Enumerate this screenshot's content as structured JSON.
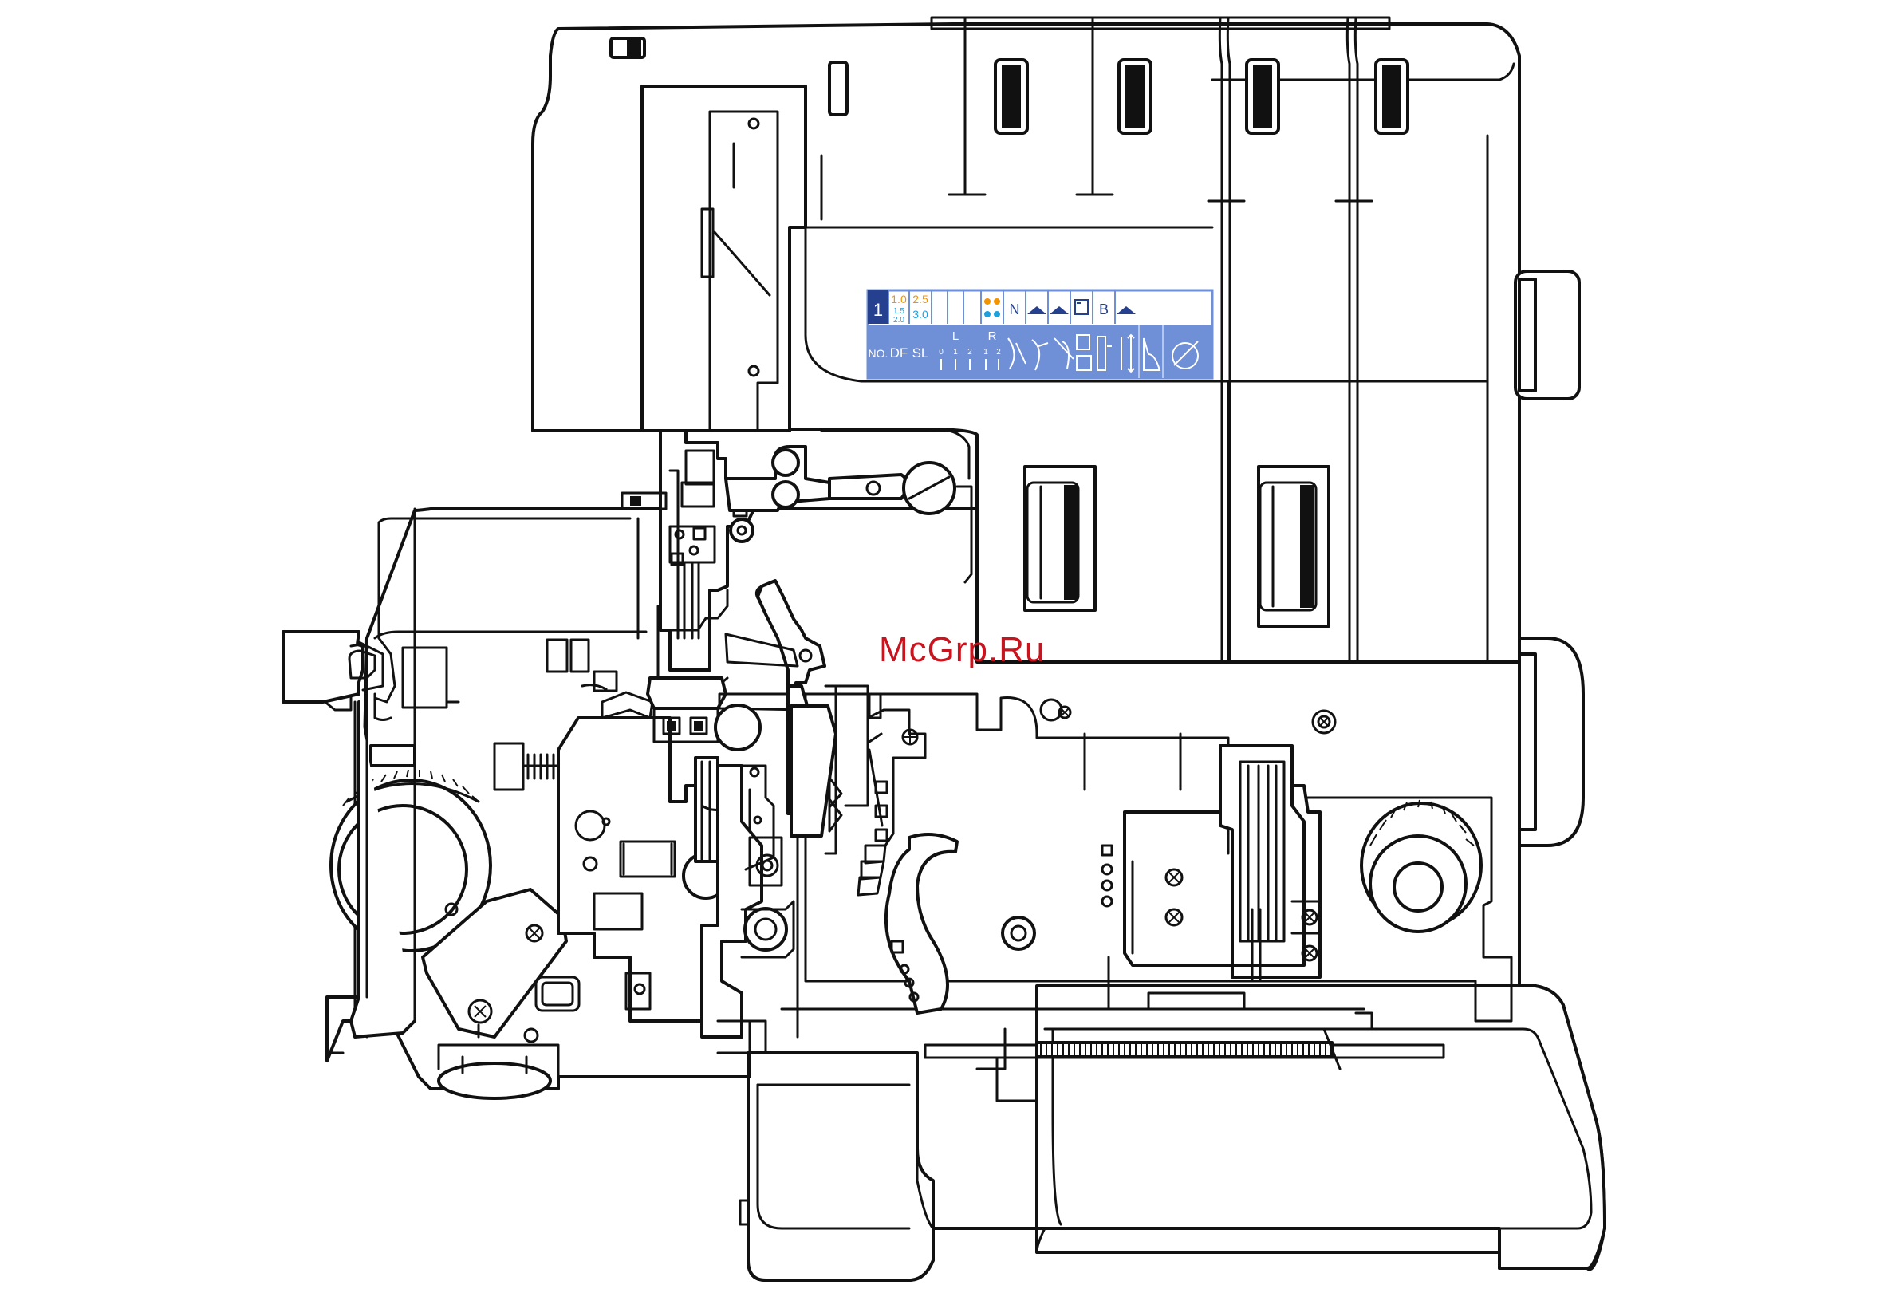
{
  "watermark": "McGrp.Ru",
  "colors": {
    "panel_blue": "#6f8fd6",
    "panel_navy": "#24408e",
    "value_orange": "#f29400",
    "value_cyan": "#1ea0dc",
    "watermark_red": "#c8141e",
    "line": "#111111"
  },
  "stitch_panel": {
    "top_row": {
      "stitch_number": "1",
      "df_values_orange": [
        "1.0",
        "2.5"
      ],
      "df_values_cyan": [
        "1.5",
        "2.0",
        "3.0"
      ],
      "tension_dots": [
        "orange",
        "orange",
        "cyan",
        "cyan"
      ],
      "letters": [
        "N",
        "B"
      ],
      "icons": [
        "triangle-icon",
        "triangle-icon",
        "presser-foot-icon",
        "triangle-icon"
      ]
    },
    "bottom_row": {
      "no_label": "NO.",
      "df_label": "DF",
      "sl_label": "SL",
      "left_label": "L",
      "left_ticks": [
        "0",
        "1",
        "2"
      ],
      "right_label": "R",
      "right_ticks": [
        "1",
        "2"
      ],
      "icons": [
        "looper-thread-icon",
        "needle-thread-icon",
        "cutter-icon",
        "foot-icon",
        "lever-icon",
        "height-icon",
        "dial-icon"
      ]
    }
  }
}
